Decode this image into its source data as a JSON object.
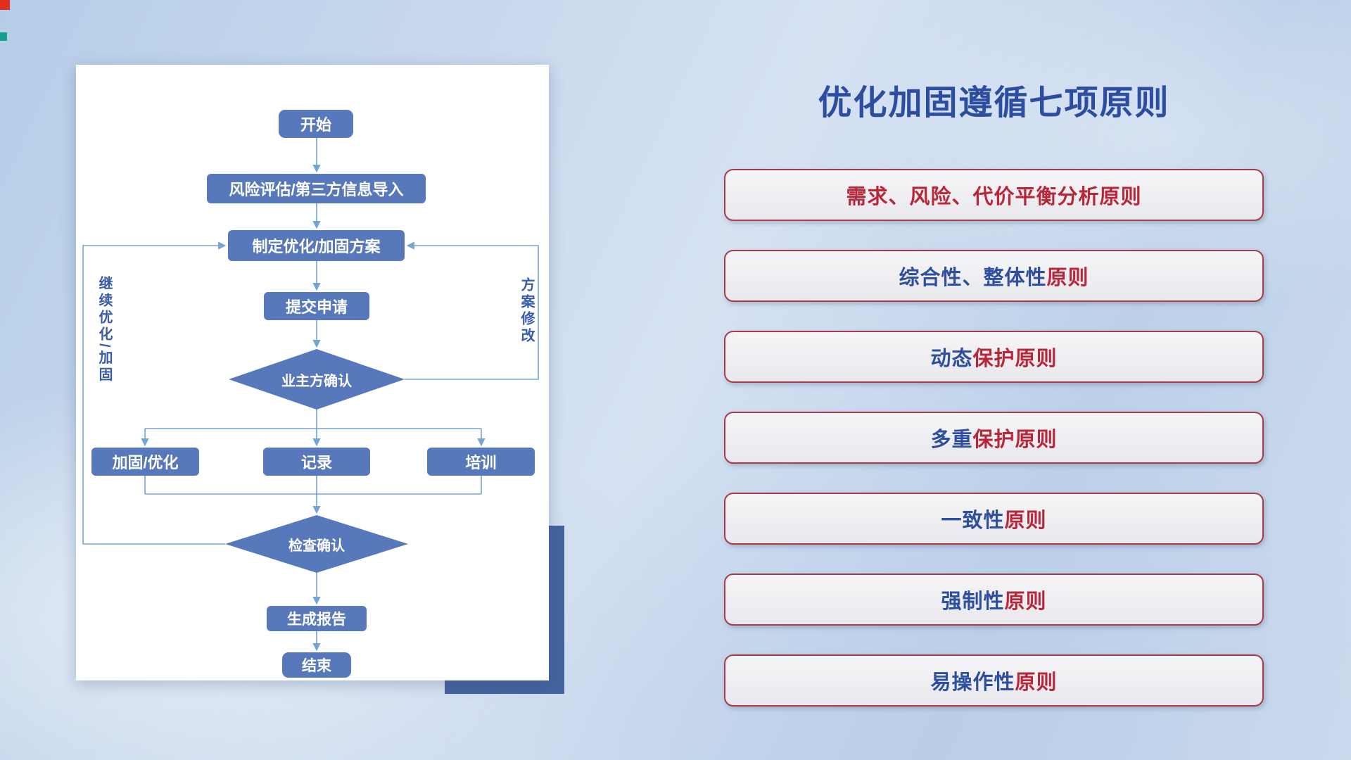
{
  "slide": {
    "title": "优化加固遵循七项原则"
  },
  "principles": [
    {
      "blue": "",
      "red": "需求、风险、代价平衡分析原则"
    },
    {
      "blue": "综合性、整体性",
      "red": "原则"
    },
    {
      "blue": "动态",
      "red": "保护原则"
    },
    {
      "blue": "多重",
      "red": "保护原则"
    },
    {
      "blue": "一致性",
      "red": "原则"
    },
    {
      "blue": "强制性",
      "red": "原则"
    },
    {
      "blue": "易操作性",
      "red": "原则"
    }
  ],
  "flowchart": {
    "nodes": {
      "start": "开始",
      "risk": "风险评估/第三方信息导入",
      "plan": "制定优化/加固方案",
      "submit": "提交申请",
      "owner_confirm": "业主方确认",
      "harden": "加固/优化",
      "record": "记录",
      "training": "培训",
      "check_confirm": "检查确认",
      "report": "生成报告",
      "end": "结束"
    },
    "side_labels": {
      "left": "继续优化/加固",
      "right": "方案修改"
    }
  },
  "colors": {
    "title_blue": "#2c4da0",
    "principle_text_blue": "#2e4fa0",
    "principle_text_red": "#b92639",
    "principle_border": "#a93a48",
    "node_fill": "#5878bc",
    "connector": "#74a3d6",
    "card_shadow_block": "#46639f"
  }
}
